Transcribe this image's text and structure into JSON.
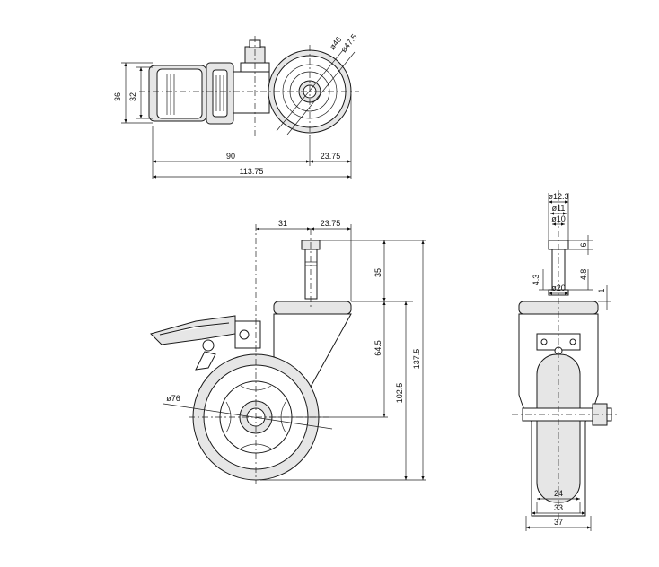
{
  "top_view": {
    "dims": {
      "height_outer": "36",
      "height_inner": "32",
      "length_body": "90",
      "offset": "23.75",
      "length_total": "113.75",
      "dia_46": "ø46",
      "dia_47_5": "ø47.5"
    }
  },
  "side_view": {
    "dims": {
      "offset_31": "31",
      "offset_23_75": "23.75",
      "stem_height": "35",
      "axle_to_plate": "64.5",
      "total_height": "137.5",
      "plate_to_floor": "102.5",
      "wheel_dia": "ø76"
    }
  },
  "front_view": {
    "dims": {
      "stem_dia_12_3": "ø12.3",
      "stem_dia_11": "ø11",
      "stem_dia_10": "ø10",
      "groove_6": "6",
      "neck_4_3": "4.3",
      "neck_4_8": "4.8",
      "collar_dia": "ø20",
      "plate_1": "1",
      "wheel_width": "24",
      "fork_inner": "33",
      "fork_outer": "37"
    }
  }
}
